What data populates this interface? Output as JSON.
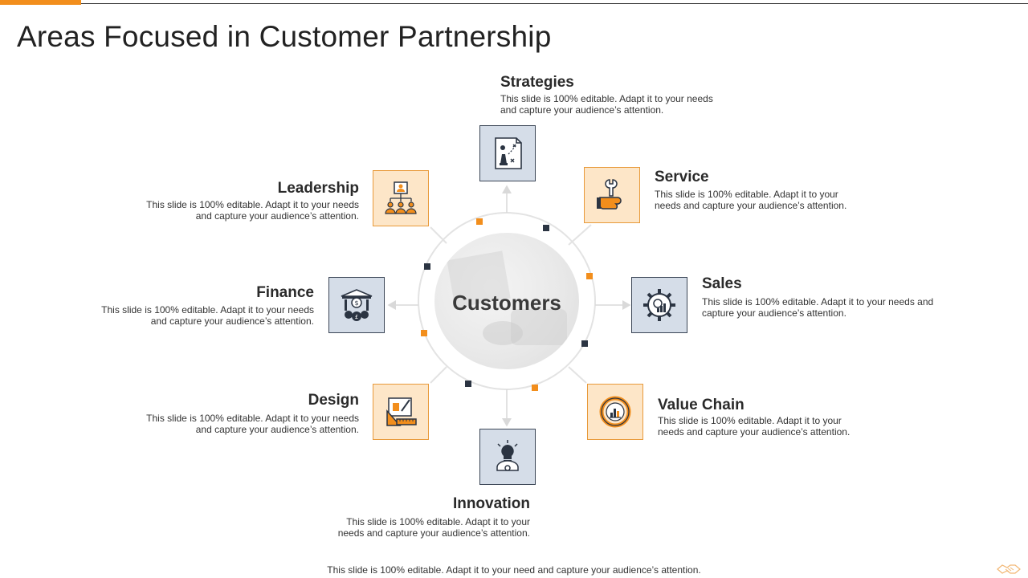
{
  "page": {
    "title": "Areas Focused in Customer Partnership",
    "footer": "This slide is 100% editable. Adapt it to your need and capture your audience’s attention."
  },
  "center": {
    "label": "Customers"
  },
  "items": {
    "strategies": {
      "title": "Strategies",
      "desc": "This slide is 100% editable. Adapt it to your needs and capture your audience’s attention.",
      "icon": "chess-strategy-icon"
    },
    "service": {
      "title": "Service",
      "desc": "This slide is 100% editable. Adapt it to your needs and capture your audience’s attention.",
      "icon": "wrench-hand-icon"
    },
    "sales": {
      "title": "Sales",
      "desc": "This slide is 100% editable. Adapt it to your needs and capture your audience’s attention.",
      "icon": "gear-chart-icon"
    },
    "value_chain": {
      "title": "Value Chain",
      "desc": "This slide is 100% editable. Adapt it to your needs and capture your audience’s attention.",
      "icon": "cycle-chart-icon"
    },
    "innovation": {
      "title": "Innovation",
      "desc": "This slide is 100% editable. Adapt it to your needs and capture your audience’s attention.",
      "icon": "lightbulb-gear-icon"
    },
    "design": {
      "title": "Design",
      "desc": "This slide is 100% editable. Adapt it to your needs and capture your audience’s attention.",
      "icon": "design-tools-icon"
    },
    "finance": {
      "title": "Finance",
      "desc": "This slide is 100% editable. Adapt it to your needs and capture your audience’s attention.",
      "icon": "bank-coins-icon"
    },
    "leadership": {
      "title": "Leadership",
      "desc": "This slide is 100% editable. Adapt it to your needs and capture your audience’s attention.",
      "icon": "org-team-icon"
    }
  },
  "colors": {
    "accent": "#f28e1c",
    "dark": "#2b3442",
    "orange_box_fill": "#fde6c8",
    "blue_box_fill": "#d5dde8"
  }
}
